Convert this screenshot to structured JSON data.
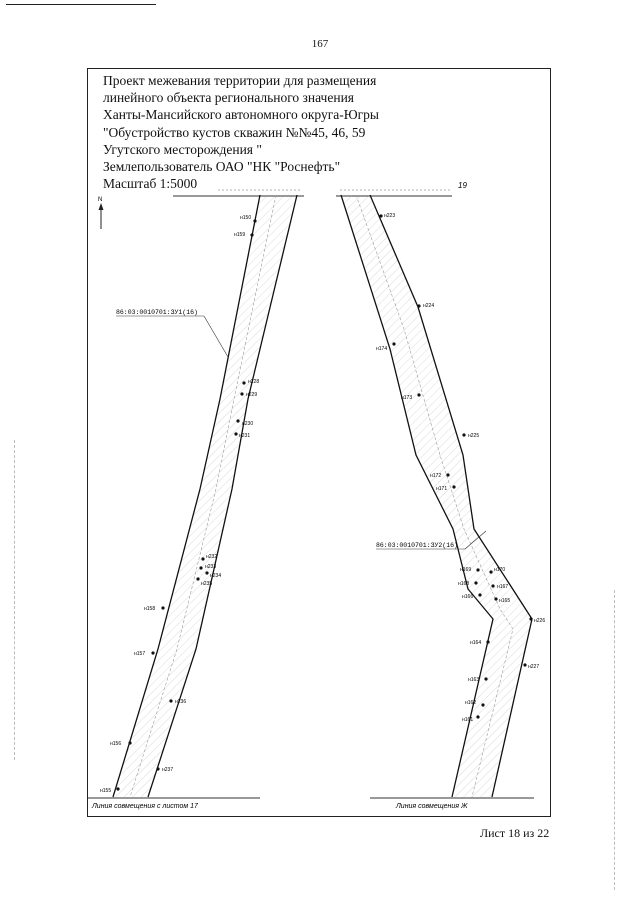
{
  "page": {
    "number": "167",
    "sheet_label": "Лист 18 из 22"
  },
  "title_block": {
    "lines": [
      "Проект межевания территории для размещения",
      "линейного объекта регионального значения",
      "Ханты-Мансийского автономного округа-Югры",
      "\"Обустройство кустов скважин №№45, 46, 59",
      "Угутского месторождения \"",
      "Землепользователь ОАО \"НК \"Роснефть\"",
      "Масштаб 1:5000"
    ]
  },
  "map": {
    "north_symbol": "N",
    "top_right_mark": "19",
    "parcel_labels": {
      "left": "86:03:0010701:ЗУ1(16)",
      "right": "86:03:0010701:ЗУ2(16)"
    },
    "match_lines": {
      "left": "Линия совмещения с листом 17",
      "right": "Линия совмещения Ж"
    },
    "left_points": [
      {
        "id": "н150"
      },
      {
        "id": "н159"
      },
      {
        "id": "н228"
      },
      {
        "id": "н229"
      },
      {
        "id": "н230"
      },
      {
        "id": "н231"
      },
      {
        "id": "н232"
      },
      {
        "id": "н233"
      },
      {
        "id": "н234"
      },
      {
        "id": "н235"
      },
      {
        "id": "н158"
      },
      {
        "id": "н157"
      },
      {
        "id": "н236"
      },
      {
        "id": "н156"
      },
      {
        "id": "н237"
      },
      {
        "id": "н155"
      }
    ],
    "right_points": [
      {
        "id": "н223"
      },
      {
        "id": "н224"
      },
      {
        "id": "н174"
      },
      {
        "id": "н173"
      },
      {
        "id": "н225"
      },
      {
        "id": "н172"
      },
      {
        "id": "н171"
      },
      {
        "id": "н169"
      },
      {
        "id": "н170"
      },
      {
        "id": "н168"
      },
      {
        "id": "н167"
      },
      {
        "id": "н166"
      },
      {
        "id": "н165"
      },
      {
        "id": "н226"
      },
      {
        "id": "н164"
      },
      {
        "id": "н227"
      },
      {
        "id": "н163"
      },
      {
        "id": "н162"
      },
      {
        "id": "н161"
      }
    ]
  }
}
